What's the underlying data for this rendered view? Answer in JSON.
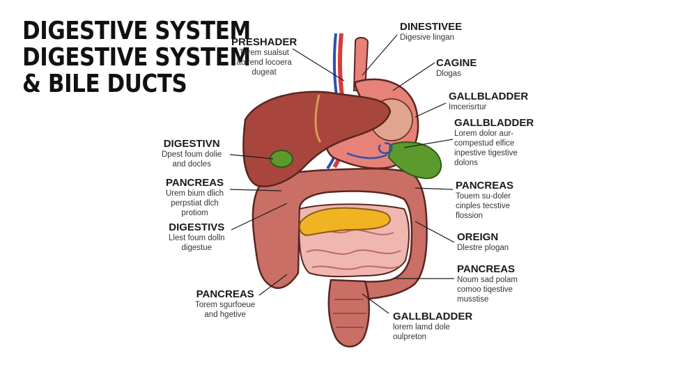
{
  "title": {
    "line1": "DIGESTIVE SYSTEM",
    "line2": "DIGESTIVE SYSTEM",
    "line3": "& BILE DUCTS"
  },
  "labels": {
    "preshader": {
      "heading": "PRESHADER",
      "lines": [
        "Torem sualsut",
        "aolrend locoera",
        "dugeat"
      ]
    },
    "dinestivee": {
      "heading": "DINESTIVEE",
      "lines": [
        "Digesive lingan"
      ]
    },
    "cagine": {
      "heading": "CAGINE",
      "lines": [
        "Dlogas"
      ]
    },
    "gallbladder_1": {
      "heading": "GALLBLADDER",
      "lines": [
        "Imcerisrtur"
      ]
    },
    "gallbladder_2": {
      "heading": "GALLBLADDER",
      "lines": [
        "Lorem dolor aur-",
        "compestud elfice",
        "inpestive tigestive",
        "dolons"
      ]
    },
    "digestivn": {
      "heading": "DIGESTIVN",
      "lines": [
        "Dpest foum dolie",
        "and docles"
      ]
    },
    "pancreas_left": {
      "heading": "PANCREAS",
      "lines": [
        "Urem bium dlich",
        "perpstiat dlch",
        "protiom"
      ]
    },
    "digestivs": {
      "heading": "DIGESTIVS",
      "lines": [
        "Llest foum dolln",
        "digestue"
      ]
    },
    "pancreas_right": {
      "heading": "PANCREAS",
      "lines": [
        "Touem su-doler",
        "cinples tecstive",
        "flossion"
      ]
    },
    "oreign": {
      "heading": "OREIGN",
      "lines": [
        "Dlestre plogan"
      ]
    },
    "pancreas_right_2": {
      "heading": "PANCREAS",
      "lines": [
        "Noum sad polam",
        "comoo tiqestive",
        "musstise"
      ]
    },
    "pancreas_bottom": {
      "heading": "PANCREAS",
      "lines": [
        "Torem sgurfoeue",
        "and hgetive"
      ]
    },
    "gallbladder_bottom": {
      "heading": "GALLBLADDER",
      "lines": [
        "lorem lamd dole",
        "oulpreton"
      ]
    }
  },
  "colors": {
    "liver": "#a8463e",
    "stomach": "#e68278",
    "intestine": "#c96f66",
    "small_intestine": "#efb7b0",
    "gallbladder": "#5c9a2e",
    "pancreas": "#f0b323",
    "artery": "#d93a3a",
    "vein": "#2f4fb0",
    "outline": "#5a2520"
  }
}
